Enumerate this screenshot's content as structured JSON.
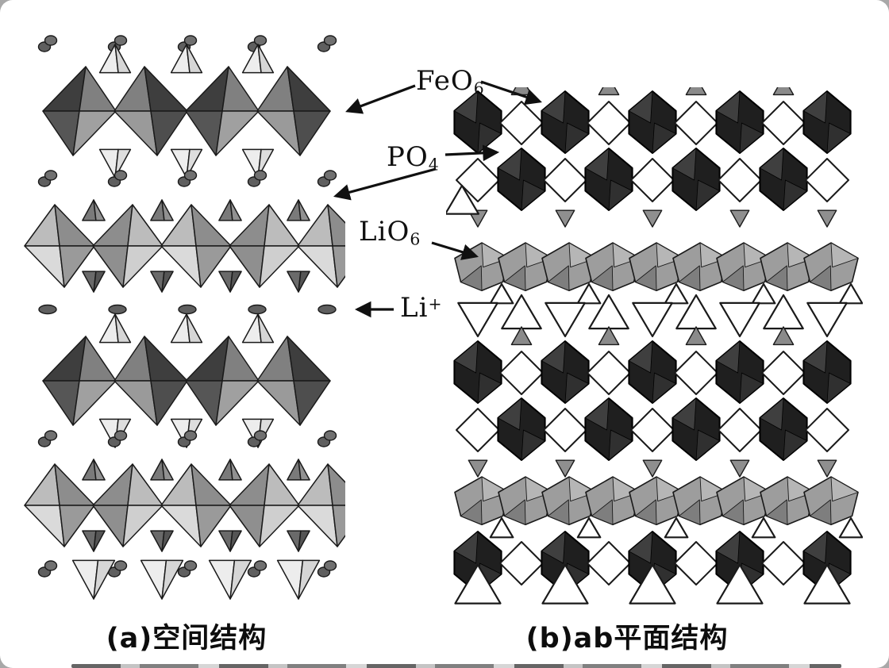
{
  "figure": {
    "annotations": {
      "feo6": {
        "base": "FeO",
        "sub": "6"
      },
      "po4": {
        "base": "PO",
        "sub": "4"
      },
      "lio6": {
        "base": "LiO",
        "sub": "6"
      },
      "li": {
        "base": "Li",
        "sup": "+"
      }
    },
    "captions": {
      "a": "(a)空间结构",
      "b": "(b)ab平面结构"
    },
    "colors": {
      "outline": "#1a1a1a",
      "arrow": "#101010",
      "feo6_dark": "#3e3e3e",
      "feo6_mid": "#808080",
      "lio6_light": "#bcbcbc",
      "lio6_mid": "#8d8d8d",
      "po4_light": "#ededed",
      "po4_shade": "#d6d6d6",
      "black_unit": "#1f1f1f",
      "gray_unit": "#9d9d9d",
      "li_ion": "#5f5f5f",
      "white": "#ffffff",
      "background": "#ffffff"
    }
  }
}
